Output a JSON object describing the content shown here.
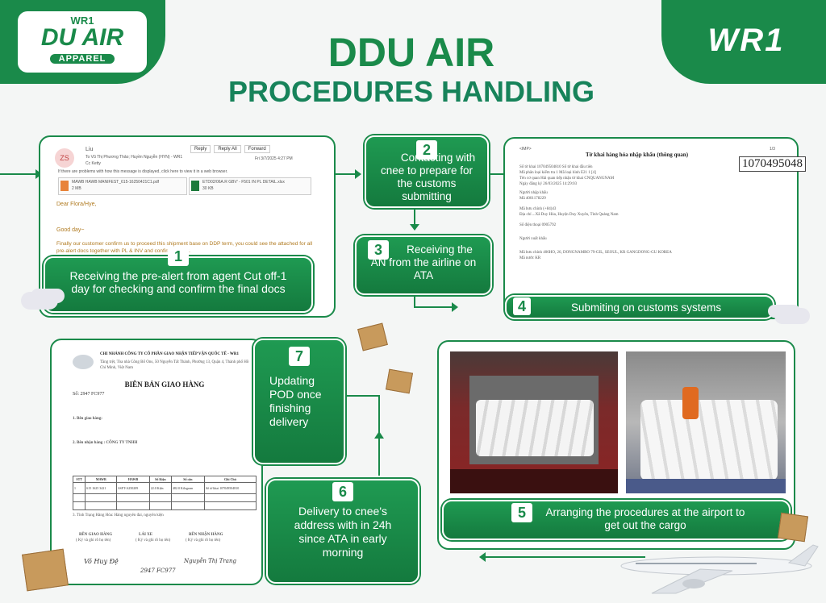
{
  "header": {
    "logo_top": "WR1",
    "logo_main": "DU AIR",
    "logo_sub": "APPAREL",
    "title_line1": "DDU AIR",
    "title_line2": "PROCEDURES HANDLING",
    "brand": "WR1"
  },
  "steps": [
    {
      "num": "1",
      "text": "Receiving the pre-alert from agent Cut off-1 day for checking and confirm the final docs"
    },
    {
      "num": "2",
      "text": "Contacting with cnee to prepare for the customs submitting"
    },
    {
      "num": "3",
      "text": "Receiving the AN from the airline on ATA"
    },
    {
      "num": "4",
      "text": "Submiting on customs systems"
    },
    {
      "num": "5",
      "text": "Arranging the procedures at the airport to get out the cargo"
    },
    {
      "num": "6",
      "text": "Delivery to cnee's address with in 24h since ATA in early morning"
    },
    {
      "num": "7",
      "text": "Updating POD once finishing delivery"
    }
  ],
  "email": {
    "avatar": "ZS",
    "from": "Liu",
    "to": "To  Vũ Thị Phương Thảo; Huyền Nguyễn (HYN) - WR1",
    "cc": "Cc  Ketty",
    "date": "Fri 3/7/2025 4:27 PM",
    "actions": [
      "Reply",
      "Reply All",
      "Forward"
    ],
    "notice": "If there are problems with how this message is displayed, click here to view it in a web browser.",
    "att1_name": "MAWB HAWB MANIFEST_615-16250421C1.pdf",
    "att1_size": "2 MB",
    "att2_name": "ETD02/06A.R GBV'  -  F501 IN PL DETAIL.xlsx",
    "att2_size": "30 KB",
    "greeting": "Dear Flora/Hye,",
    "day": "Good day~",
    "body": "Finally our customer confirm us to proceed this shipment base on DDP term, you could see the attached for all pre-alert docs together with PL & INV and confirm receipt."
  },
  "customs_doc": {
    "tag": "<IMP>",
    "page": "1/3",
    "title": "Tờ khai hàng hóa nhập khẩu (thông quan)",
    "decl_no": "107049504810",
    "boxed_no": "1070495048",
    "rows": [
      "Số tờ khai   107049504810        Số tờ khai đầu tiên",
      "Mã phân loại kiểm tra   1        Mã loại hình   E21 1 [4]",
      "Tên cơ quan Hải quan tiếp nhận tờ khai   CNQUANGNAM",
      "Ngày đăng ký   26/03/2025 14:29:03",
      "Người nhập khẩu",
      "Mã   4001178229",
      "Mã bưu chính   (+84)43",
      "Địa chỉ   ...Xã Duy Hòa, Huyện Duy Xuyên, Tỉnh Quảng Nam",
      "Số điện thoại   0905792",
      "Người xuất khẩu",
      "Mã bưu chính   406HO, 26, DONGNAMRO 79-GIL, SEOUL, KR   GANGDONG-GU KOREA",
      "Mã nước   KR"
    ]
  },
  "pod_doc": {
    "company": "CHI NHÁNH CÔNG TY CỔ PHẦN GIAO NHẬN TIẾP VẬN QUỐC TẾ - WR1",
    "address": "Tầng trệt, Tòa nhà Công Bố Ons, 50 Nguyễn Tất Thành, Phường 13, Quận 4, Thành phố Hồ Chí Minh, Việt Nam",
    "title": "BIÊN BẢN GIAO HÀNG",
    "doc_no": "Số: 2947 FC977",
    "section1": "1. Bên giao hàng:",
    "section2": "2. Bên nhận hàng : CÔNG TY TNHH",
    "table_headers": [
      "STT",
      "MAWB",
      "HAWB",
      "Số Kiện",
      "Số cân",
      "Ghi Chú"
    ],
    "table_row": [
      "1",
      "615 1625 3421",
      "SSFT-A250209",
      "22.0 Kiện",
      "482.0 Kilogram",
      "Số tờ khai 107049504810"
    ],
    "status": "3. Tình Trạng Hàng Hóa: Hàng nguyên đai, nguyên kiện",
    "sign_labels": [
      "BÊN GIAO HÀNG",
      "LÁI XE",
      "BÊN NHẬN HÀNG"
    ],
    "sign_sub": "( Ký và ghi rõ họ tên)",
    "signatures": [
      "Võ Huy Đệ",
      "2947 FC977",
      "Nguyễn Thị Trang"
    ]
  }
}
